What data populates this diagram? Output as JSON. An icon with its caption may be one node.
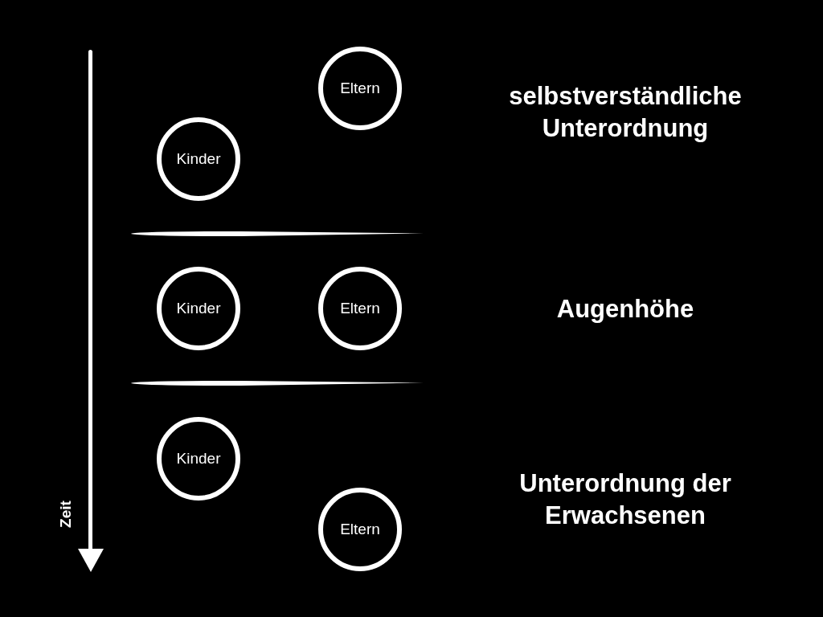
{
  "diagram": {
    "nodes": [
      {
        "text": [
          "Eltern"
        ]
      },
      {
        "text": [
          "Kinder"
        ]
      },
      {
        "text": [
          "Kinder"
        ]
      },
      {
        "text": [
          "Eltern"
        ]
      },
      {
        "text": [
          "Kinder"
        ]
      },
      {
        "text": [
          "Eltern"
        ]
      }
    ],
    "edges": [],
    "labels": [
      "selbstverständliche Unterordnung",
      "Augenhöhe",
      "Unterordnung der Erwachsenen",
      "Zeit"
    ]
  }
}
